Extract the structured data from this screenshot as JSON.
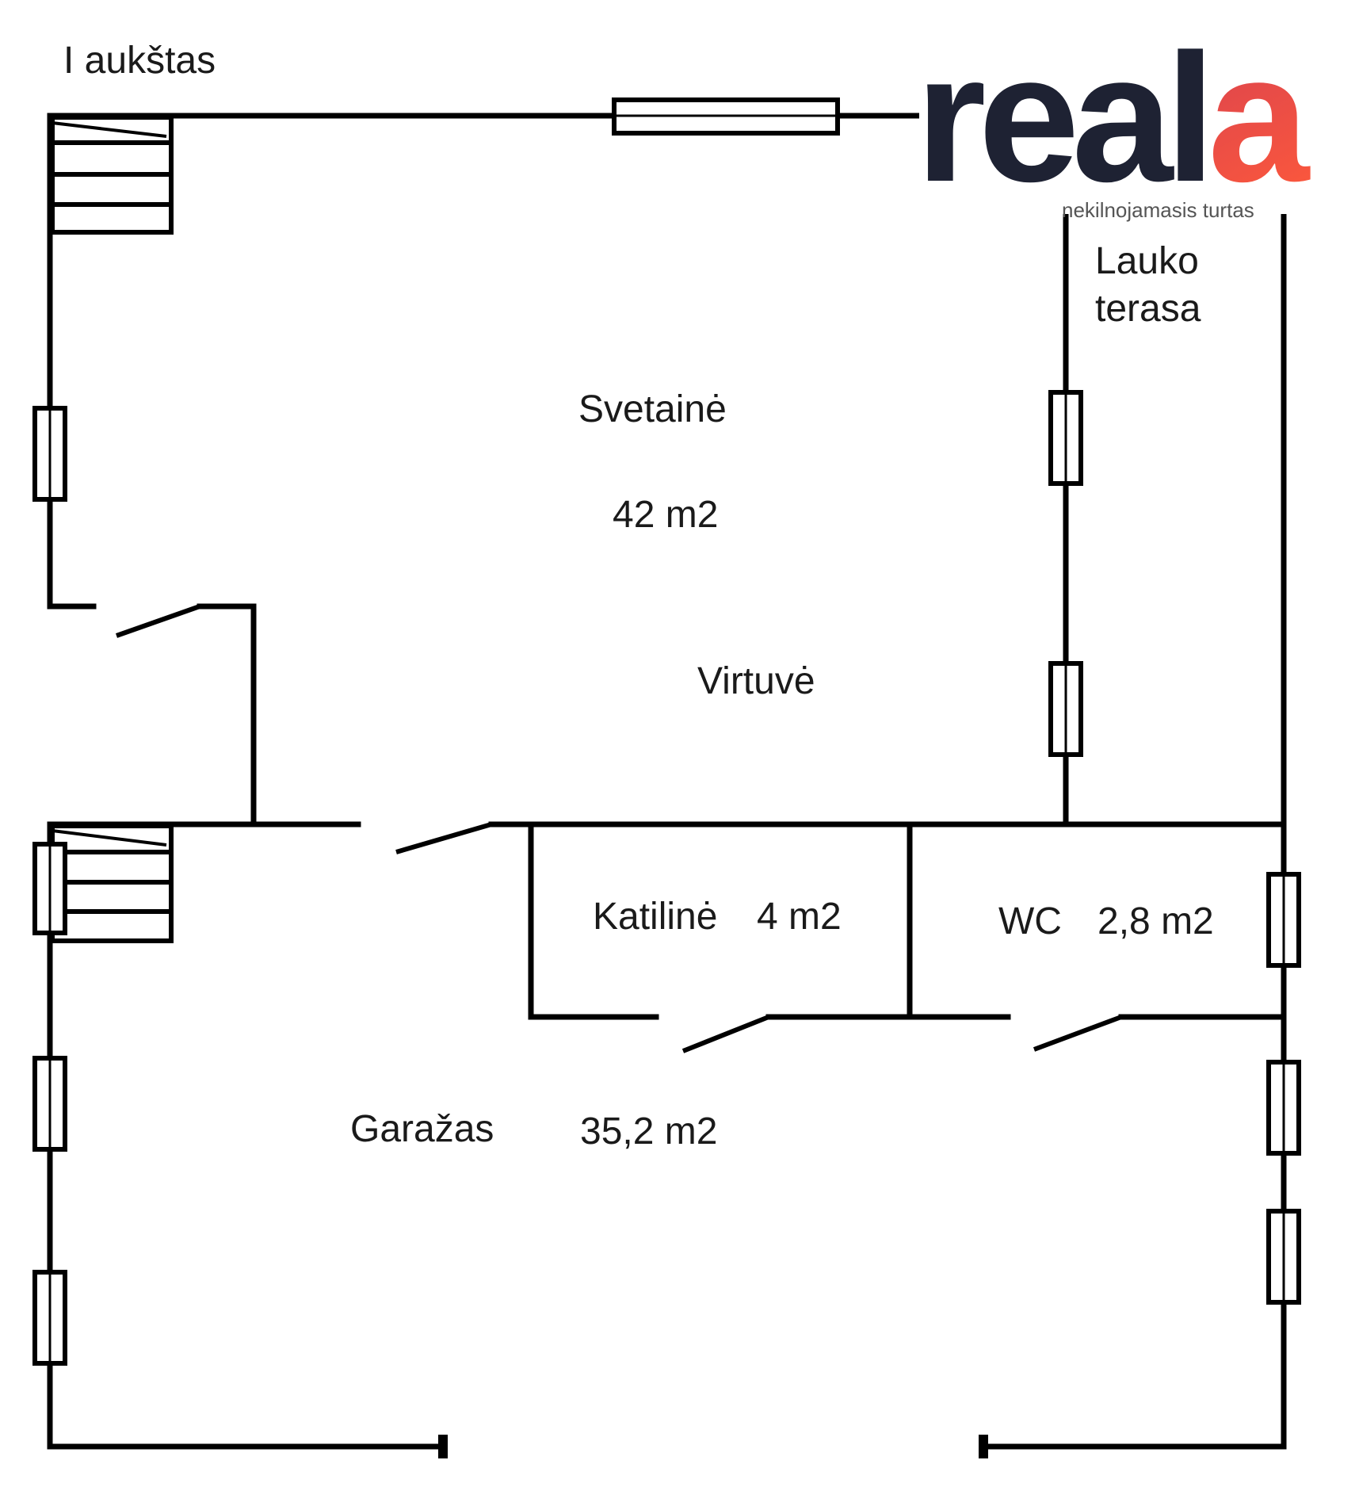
{
  "floor_title": "I aukštas",
  "rooms": {
    "living": {
      "name": "Svetainė",
      "area": "42 m2"
    },
    "kitchen": {
      "name": "Virtuvė"
    },
    "terrace": {
      "line1": "Lauko",
      "line2": "terasa"
    },
    "boiler": {
      "name": "Katilinė",
      "area": "4 m2"
    },
    "wc": {
      "name": "WC",
      "area": "2,8 m2"
    },
    "garage": {
      "name": "Garažas",
      "area": "35,2 m2"
    }
  },
  "logo": {
    "word": "reala",
    "tagline": "nekilnojamasis turtas",
    "color_dark": "#1e2233",
    "color_accent_start": "#c63a5a",
    "color_accent_end": "#ff5a3c"
  }
}
